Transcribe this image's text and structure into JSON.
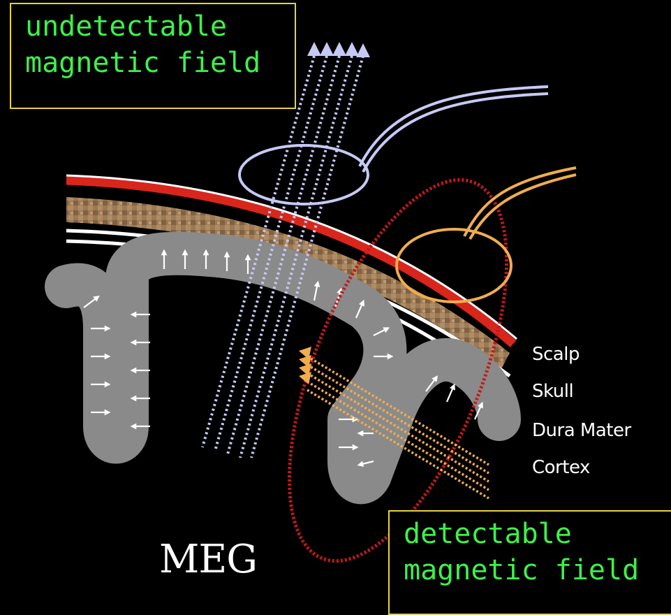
{
  "callouts": {
    "top": {
      "line1": "undetectable",
      "line2": "magnetic field"
    },
    "bottom": {
      "line1": "detectable",
      "line2": "magnetic field"
    }
  },
  "layers": {
    "scalp": "Scalp",
    "skull": "Skull",
    "dura": "Dura Mater",
    "cortex": "Cortex"
  },
  "modality": "MEG",
  "colors": {
    "callout_text": "#3cf24a",
    "callout_border": "#e8d23a",
    "scalp": "#d9261c",
    "skull": "#9b7a55",
    "cortex": "#8a8a8a",
    "radial_field": "#c7c9f5",
    "tangential_field": "#c4181d",
    "tangential_sensor": "#f0ad4e"
  }
}
